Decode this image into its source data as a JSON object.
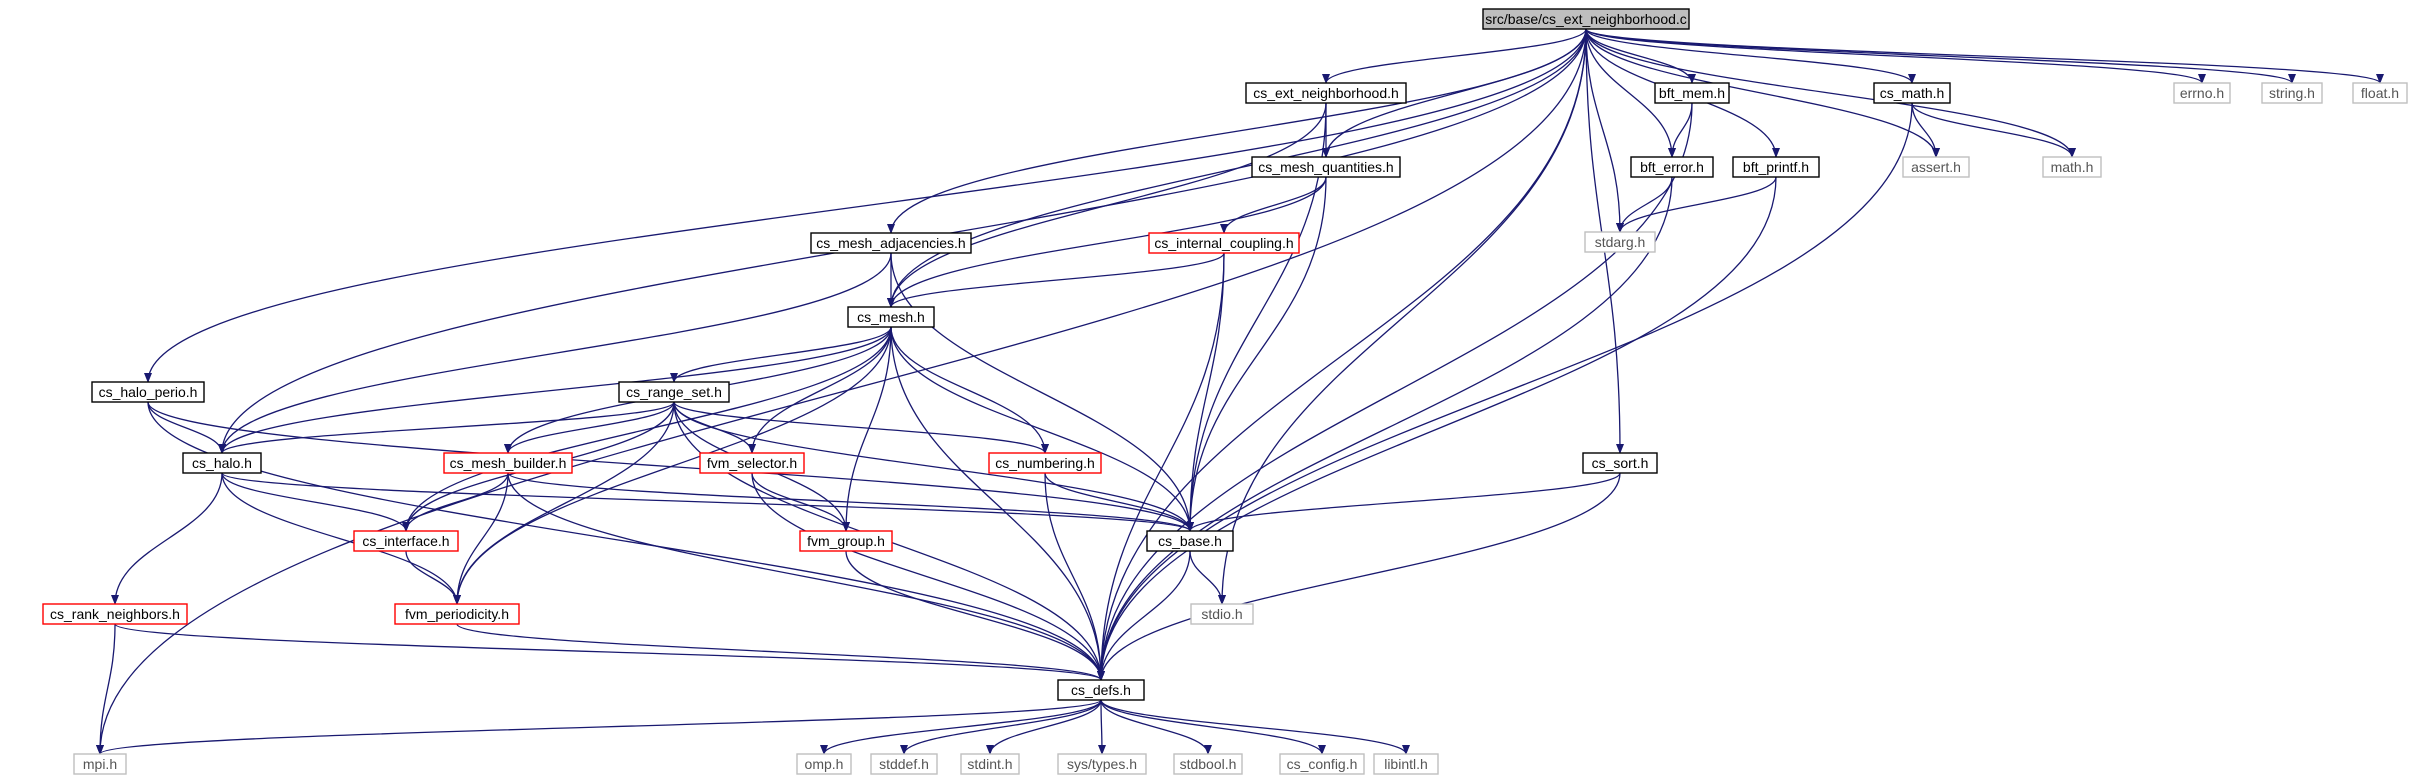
{
  "graph": {
    "nodes": [
      {
        "id": "src",
        "label": "src/base/cs_ext_neighborhood.c",
        "style": "root"
      },
      {
        "id": "mpi",
        "label": "mpi.h",
        "style": "external"
      },
      {
        "id": "halo",
        "label": "cs_halo.h",
        "style": "plain"
      },
      {
        "id": "haloperio",
        "label": "cs_halo_perio.h",
        "style": "plain"
      },
      {
        "id": "meshadj",
        "label": "cs_mesh_adjacencies.h",
        "style": "plain"
      },
      {
        "id": "mesh",
        "label": "cs_mesh.h",
        "style": "plain"
      },
      {
        "id": "extnb",
        "label": "cs_ext_neighborhood.h",
        "style": "plain"
      },
      {
        "id": "meshq",
        "label": "cs_mesh_quantities.h",
        "style": "plain"
      },
      {
        "id": "stdio",
        "label": "stdio.h",
        "style": "external"
      },
      {
        "id": "stdarg",
        "label": "stdarg.h",
        "style": "external"
      },
      {
        "id": "bfterr",
        "label": "bft_error.h",
        "style": "plain"
      },
      {
        "id": "bftmem",
        "label": "bft_mem.h",
        "style": "plain"
      },
      {
        "id": "bftprintf",
        "label": "bft_printf.h",
        "style": "plain"
      },
      {
        "id": "assert",
        "label": "assert.h",
        "style": "external"
      },
      {
        "id": "csmath",
        "label": "cs_math.h",
        "style": "plain"
      },
      {
        "id": "mathh",
        "label": "math.h",
        "style": "external"
      },
      {
        "id": "errno",
        "label": "errno.h",
        "style": "external"
      },
      {
        "id": "string",
        "label": "string.h",
        "style": "external"
      },
      {
        "id": "float",
        "label": "float.h",
        "style": "external"
      },
      {
        "id": "csdefs",
        "label": "cs_defs.h",
        "style": "plain"
      },
      {
        "id": "csbase",
        "label": "cs_base.h",
        "style": "plain"
      },
      {
        "id": "internal",
        "label": "cs_internal_coupling.h",
        "style": "incomplete"
      },
      {
        "id": "rangeset",
        "label": "cs_range_set.h",
        "style": "plain"
      },
      {
        "id": "meshbuilder",
        "label": "cs_mesh_builder.h",
        "style": "incomplete"
      },
      {
        "id": "fvmsel",
        "label": "fvm_selector.h",
        "style": "incomplete"
      },
      {
        "id": "numbering",
        "label": "cs_numbering.h",
        "style": "incomplete"
      },
      {
        "id": "interface",
        "label": "cs_interface.h",
        "style": "incomplete"
      },
      {
        "id": "fvmgroup",
        "label": "fvm_group.h",
        "style": "incomplete"
      },
      {
        "id": "periodicity",
        "label": "fvm_periodicity.h",
        "style": "incomplete"
      },
      {
        "id": "rankneigh",
        "label": "cs_rank_neighbors.h",
        "style": "incomplete"
      },
      {
        "id": "cssort",
        "label": "cs_sort.h",
        "style": "plain"
      },
      {
        "id": "omp",
        "label": "omp.h",
        "style": "external"
      },
      {
        "id": "stddef",
        "label": "stddef.h",
        "style": "external"
      },
      {
        "id": "stdint",
        "label": "stdint.h",
        "style": "external"
      },
      {
        "id": "systypes",
        "label": "sys/types.h",
        "style": "external"
      },
      {
        "id": "stdbool",
        "label": "stdbool.h",
        "style": "external"
      },
      {
        "id": "csconfig",
        "label": "cs_config.h",
        "style": "external"
      },
      {
        "id": "libintl",
        "label": "libintl.h",
        "style": "external"
      }
    ],
    "edges": [
      [
        "src",
        "mpi"
      ],
      [
        "src",
        "halo"
      ],
      [
        "src",
        "haloperio"
      ],
      [
        "src",
        "meshadj"
      ],
      [
        "src",
        "mesh"
      ],
      [
        "src",
        "extnb"
      ],
      [
        "src",
        "meshq"
      ],
      [
        "src",
        "stdio"
      ],
      [
        "src",
        "stdarg"
      ],
      [
        "src",
        "bfterr"
      ],
      [
        "src",
        "bftmem"
      ],
      [
        "src",
        "bftprintf"
      ],
      [
        "src",
        "assert"
      ],
      [
        "src",
        "csmath"
      ],
      [
        "src",
        "mathh"
      ],
      [
        "src",
        "errno"
      ],
      [
        "src",
        "string"
      ],
      [
        "src",
        "float"
      ],
      [
        "src",
        "cssort"
      ],
      [
        "src",
        "csdefs"
      ],
      [
        "extnb",
        "meshq"
      ],
      [
        "extnb",
        "mesh"
      ],
      [
        "extnb",
        "csbase"
      ],
      [
        "meshq",
        "internal"
      ],
      [
        "meshq",
        "mesh"
      ],
      [
        "meshq",
        "csbase"
      ],
      [
        "internal",
        "mesh"
      ],
      [
        "internal",
        "csbase"
      ],
      [
        "internal",
        "csdefs"
      ],
      [
        "meshadj",
        "mesh"
      ],
      [
        "meshadj",
        "halo"
      ],
      [
        "meshadj",
        "csbase"
      ],
      [
        "bftmem",
        "bfterr"
      ],
      [
        "bftmem",
        "csdefs"
      ],
      [
        "bfterr",
        "stdarg"
      ],
      [
        "bfterr",
        "csdefs"
      ],
      [
        "bftprintf",
        "stdarg"
      ],
      [
        "bftprintf",
        "csdefs"
      ],
      [
        "csmath",
        "assert"
      ],
      [
        "csmath",
        "mathh"
      ],
      [
        "csmath",
        "csdefs"
      ],
      [
        "mesh",
        "rangeset"
      ],
      [
        "mesh",
        "halo"
      ],
      [
        "mesh",
        "interface"
      ],
      [
        "mesh",
        "periodicity"
      ],
      [
        "mesh",
        "meshbuilder"
      ],
      [
        "mesh",
        "fvmsel"
      ],
      [
        "mesh",
        "fvmgroup"
      ],
      [
        "mesh",
        "numbering"
      ],
      [
        "mesh",
        "csbase"
      ],
      [
        "mesh",
        "csdefs"
      ],
      [
        "rangeset",
        "halo"
      ],
      [
        "rangeset",
        "meshbuilder"
      ],
      [
        "rangeset",
        "interface"
      ],
      [
        "rangeset",
        "fvmsel"
      ],
      [
        "rangeset",
        "fvmgroup"
      ],
      [
        "rangeset",
        "numbering"
      ],
      [
        "rangeset",
        "periodicity"
      ],
      [
        "rangeset",
        "csbase"
      ],
      [
        "rangeset",
        "csdefs"
      ],
      [
        "haloperio",
        "halo"
      ],
      [
        "haloperio",
        "csbase"
      ],
      [
        "haloperio",
        "csdefs"
      ],
      [
        "halo",
        "interface"
      ],
      [
        "halo",
        "periodicity"
      ],
      [
        "halo",
        "rankneigh"
      ],
      [
        "halo",
        "csbase"
      ],
      [
        "meshbuilder",
        "interface"
      ],
      [
        "meshbuilder",
        "periodicity"
      ],
      [
        "meshbuilder",
        "csbase"
      ],
      [
        "meshbuilder",
        "csdefs"
      ],
      [
        "fvmsel",
        "fvmgroup"
      ],
      [
        "fvmsel",
        "csdefs"
      ],
      [
        "numbering",
        "csbase"
      ],
      [
        "numbering",
        "csdefs"
      ],
      [
        "interface",
        "periodicity"
      ],
      [
        "fvmgroup",
        "csdefs"
      ],
      [
        "periodicity",
        "csdefs"
      ],
      [
        "rankneigh",
        "mpi"
      ],
      [
        "rankneigh",
        "csdefs"
      ],
      [
        "csbase",
        "stdio"
      ],
      [
        "csbase",
        "csdefs"
      ],
      [
        "cssort",
        "csbase"
      ],
      [
        "cssort",
        "csdefs"
      ],
      [
        "csdefs",
        "mpi"
      ],
      [
        "csdefs",
        "omp"
      ],
      [
        "csdefs",
        "stddef"
      ],
      [
        "csdefs",
        "stdint"
      ],
      [
        "csdefs",
        "systypes"
      ],
      [
        "csdefs",
        "stdbool"
      ],
      [
        "csdefs",
        "csconfig"
      ],
      [
        "csdefs",
        "libintl"
      ]
    ]
  },
  "colors": {
    "edge": "#191970",
    "root_fill": "#bfbfbf",
    "plain_border": "#000000",
    "incomplete_border": "#ff0000",
    "external_border": "#bfbfbf",
    "external_text": "#555555"
  }
}
